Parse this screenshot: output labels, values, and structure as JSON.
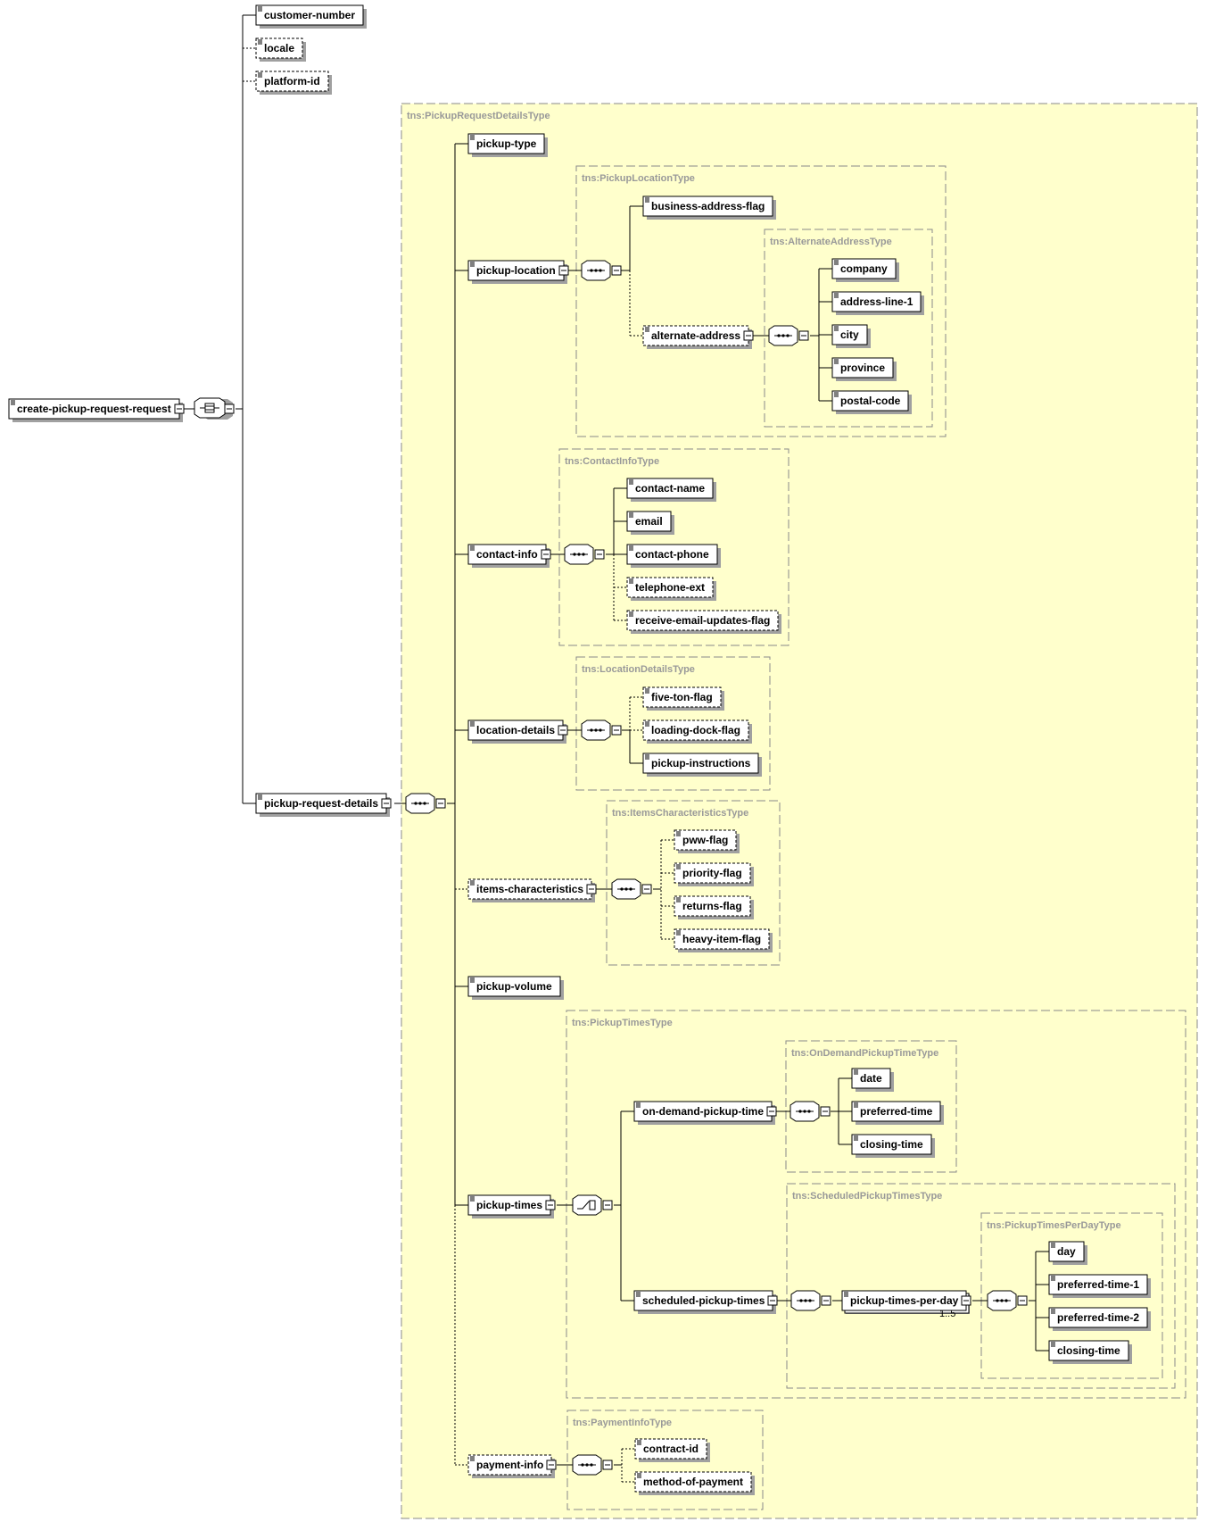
{
  "root": {
    "name": "create-pickup-request-request"
  },
  "top_children": [
    {
      "name": "customer-number",
      "optional": false
    },
    {
      "name": "locale",
      "optional": true
    },
    {
      "name": "platform-id",
      "optional": true
    }
  ],
  "pickup_request_details": {
    "name": "pickup-request-details",
    "type_name": "tns:PickupRequestDetailsType",
    "children": {
      "pickup_type": "pickup-type",
      "pickup_location": {
        "name": "pickup-location",
        "type_name": "tns:PickupLocationType",
        "business_address_flag": "business-address-flag",
        "alternate_address": {
          "name": "alternate-address",
          "type_name": "tns:AlternateAddressType",
          "fields": [
            "company",
            "address-line-1",
            "city",
            "province",
            "postal-code"
          ]
        }
      },
      "contact_info": {
        "name": "contact-info",
        "type_name": "tns:ContactInfoType",
        "fields": [
          "contact-name",
          "email",
          "contact-phone",
          "telephone-ext",
          "receive-email-updates-flag"
        ]
      },
      "location_details": {
        "name": "location-details",
        "type_name": "tns:LocationDetailsType",
        "fields": [
          "five-ton-flag",
          "loading-dock-flag",
          "pickup-instructions"
        ]
      },
      "items_characteristics": {
        "name": "items-characteristics",
        "type_name": "tns:ItemsCharacteristicsType",
        "fields": [
          "pww-flag",
          "priority-flag",
          "returns-flag",
          "heavy-item-flag"
        ]
      },
      "pickup_volume": "pickup-volume",
      "pickup_times": {
        "name": "pickup-times",
        "type_name": "tns:PickupTimesType",
        "on_demand": {
          "name": "on-demand-pickup-time",
          "type_name": "tns:OnDemandPickupTimeType",
          "fields": [
            "date",
            "preferred-time",
            "closing-time"
          ]
        },
        "scheduled": {
          "name": "scheduled-pickup-times",
          "type_name": "tns:ScheduledPickupTimesType",
          "per_day": {
            "name": "pickup-times-per-day",
            "multiplicity": "1..5",
            "type_name": "tns:PickupTimesPerDayType",
            "fields": [
              "day",
              "preferred-time-1",
              "preferred-time-2",
              "closing-time"
            ]
          }
        }
      },
      "payment_info": {
        "name": "payment-info",
        "type_name": "tns:PaymentInfoType",
        "fields": [
          "contract-id",
          "method-of-payment"
        ]
      }
    }
  }
}
